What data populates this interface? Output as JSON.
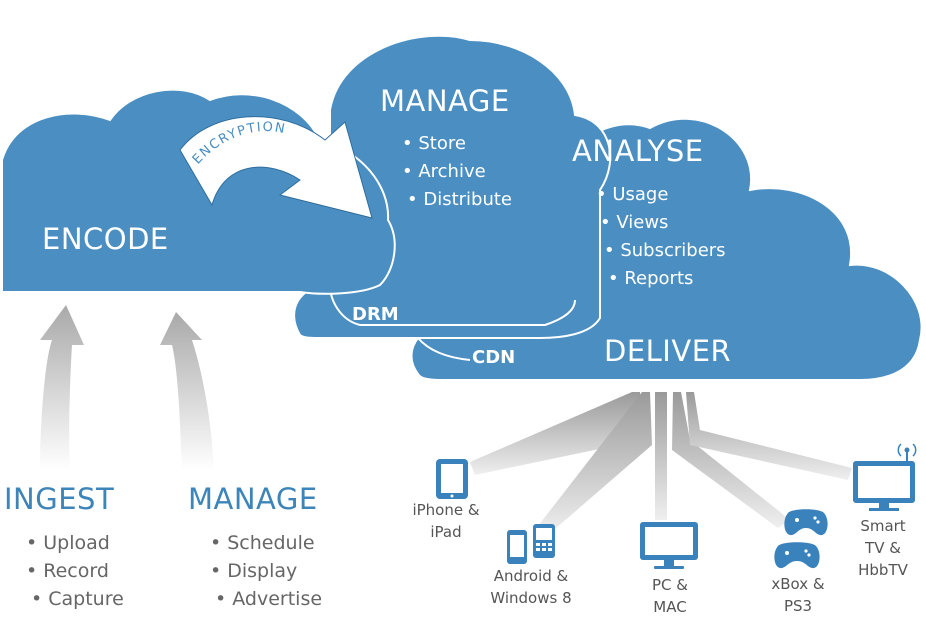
{
  "colors": {
    "cloud_fill": "#4a8ec2",
    "cloud_edge": "#2f6e9e",
    "title_blue": "#3d85b8",
    "arrow_gray": "#b5b5b5",
    "icon_blue": "#3a82bb"
  },
  "clouds": {
    "encode": {
      "title": "ENCODE"
    },
    "manage": {
      "title": "MANAGE",
      "items": [
        "• Store",
        "• Archive",
        "• Distribute"
      ]
    },
    "analyse": {
      "title": "ANALYSE",
      "items": [
        "• Usage",
        "• Views",
        "• Subscribers",
        "• Reports"
      ]
    },
    "deliver": {
      "title": "DELIVER"
    }
  },
  "tags": {
    "drm": "DRM",
    "cdn": "CDN",
    "encryption": "ENCRYPTION"
  },
  "ingest": {
    "title": "INGEST",
    "items": [
      "• Upload",
      "• Record",
      "• Capture"
    ]
  },
  "manage_ground": {
    "title": "MANAGE",
    "items": [
      "• Schedule",
      "• Display",
      "• Advertise"
    ]
  },
  "devices": [
    {
      "icon": "tablet-icon",
      "line1": "iPhone &",
      "line2": "iPad"
    },
    {
      "icon": "phone-icon",
      "line1": "Android &",
      "line2": "Windows 8"
    },
    {
      "icon": "monitor-icon",
      "line1": "PC &",
      "line2": "MAC"
    },
    {
      "icon": "gamepad-icon",
      "line1": "xBox &",
      "line2": "PS3"
    },
    {
      "icon": "smart-tv-icon",
      "line1": "Smart",
      "line2": "TV &",
      "line3": "HbbTV"
    }
  ]
}
